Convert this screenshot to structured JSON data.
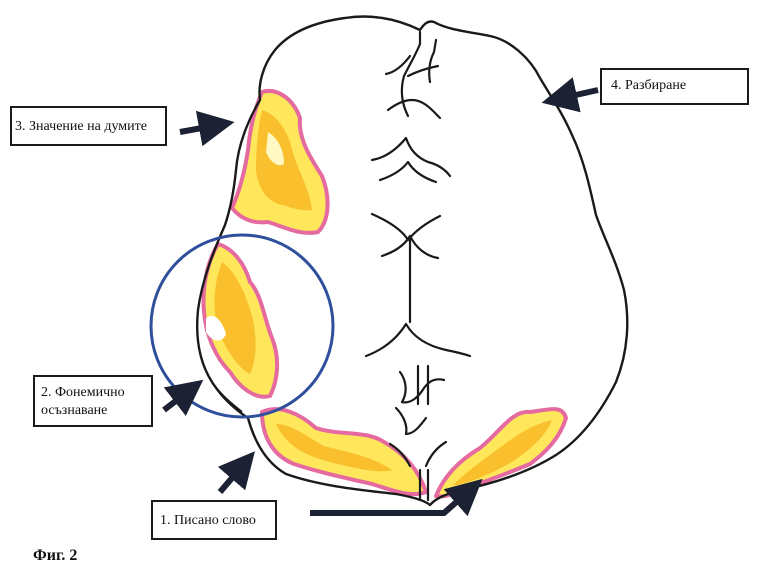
{
  "labels": {
    "word_meaning": "3. Значение на думите",
    "comprehension": "4. Разбиране",
    "phonemic_awareness_line1": "2. Фонемично",
    "phonemic_awareness_line2": "осъзнаване",
    "written_word": "1. Писано слово"
  },
  "caption": "Фиг. 2",
  "colors": {
    "outline": "#1a1a1a",
    "highlight_yellow": "#ffe75c",
    "highlight_orange": "#f8b21e",
    "highlight_pink": "#e56aa0",
    "circle": "#2e4f9c",
    "arrow": "#1c2233"
  }
}
